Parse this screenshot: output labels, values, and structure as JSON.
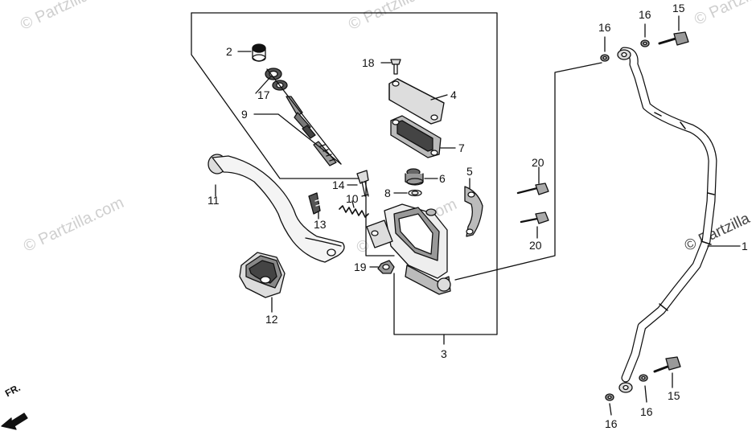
{
  "watermarks": {
    "w1": "© Partzilla.com",
    "w2": "© Partzilla.com",
    "w3": "© Partzilla.com",
    "w4": "© Partzilla.com",
    "w5": "© Partzilla.com",
    "w6": "© Partzilla"
  },
  "direction_indicator": "FR.",
  "callouts": {
    "c1": "1",
    "c2": "2",
    "c3": "3",
    "c4": "4",
    "c5": "5",
    "c6": "6",
    "c7": "7",
    "c8": "8",
    "c9": "9",
    "c10": "10",
    "c11": "11",
    "c12": "12",
    "c13": "13",
    "c14": "14",
    "c15a": "15",
    "c15b": "15",
    "c16a": "16",
    "c16b": "16",
    "c16c": "16",
    "c16d": "16",
    "c17": "17",
    "c18": "18",
    "c19": "19",
    "c20a": "20",
    "c20b": "20"
  }
}
